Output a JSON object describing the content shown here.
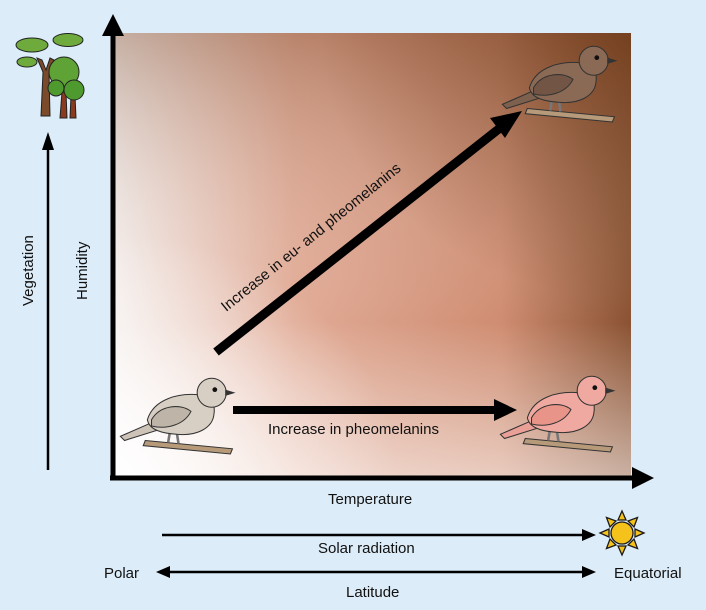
{
  "axes": {
    "x_label": "Temperature",
    "y_label": "Humidity",
    "vegetation_label": "Vegetation",
    "solar_label": "Solar radiation",
    "latitude_label": "Latitude",
    "latitude_left": "Polar",
    "latitude_right": "Equatorial"
  },
  "arrows": {
    "diagonal_label": "Increase in eu- and pheomelanins",
    "horizontal_label": "Increase in pheomelanins"
  },
  "colors": {
    "background": "#dcecf8",
    "bird_pale": "#d8cfc4",
    "bird_pink": "#f0a9a0",
    "bird_dark": "#8a6a55",
    "sun": "#f5c21b"
  },
  "icons": [
    "tree-icon",
    "sun-icon",
    "bird-pale-icon",
    "bird-pink-icon",
    "bird-dark-icon"
  ]
}
